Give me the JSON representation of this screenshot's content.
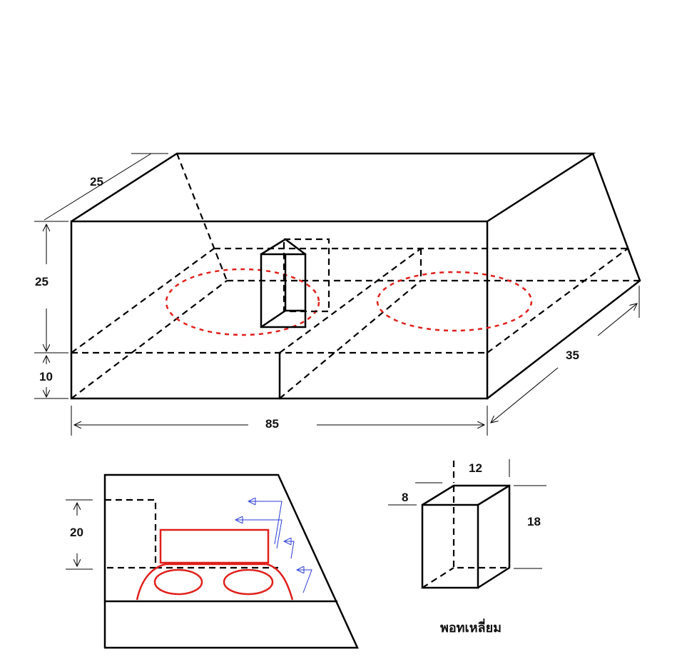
{
  "dimensions": {
    "box_depth_top": "25",
    "box_height": "25",
    "base_height": "10",
    "box_length": "85",
    "box_depth_side": "35",
    "section_height": "20",
    "port_width": "12",
    "port_depth": "8",
    "port_height": "18"
  },
  "caption": "พอทเหลี่ยม",
  "colors": {
    "outline": "#000000",
    "speaker": "#e0201b",
    "airflow": "#2a3bd6"
  }
}
